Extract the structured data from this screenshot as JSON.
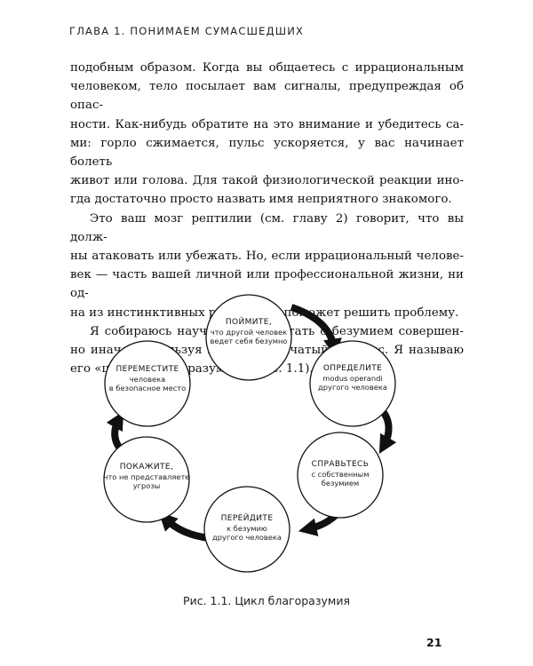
{
  "running_head": "ГЛАВА 1. ПОНИМАЕМ СУМАСШЕДШИХ",
  "paragraphs": [
    {
      "indent": false,
      "lines": [
        "подобным образом. Когда вы общаетесь с иррациональным",
        "человеком, тело посылает вам сигналы, предупреждая об опас-",
        "ности. Как-нибудь обратите на это внимание и убедитесь са-",
        "ми: горло сжимается, пульс ускоряется, у вас начинает болеть",
        "живот или голова. Для такой физиологической реакции ино-",
        "гда достаточно просто назвать имя неприятного знакомого."
      ]
    },
    {
      "indent": true,
      "lines": [
        "Это ваш мозг рептилии (см. главу 2) говорит, что вы долж-",
        "ны атаковать или убежать. Но, если иррациональный челове-",
        "век — часть вашей личной или профессиональной жизни, ни од-",
        "на из инстинктивных реакций не поможет решить проблему."
      ]
    },
    {
      "indent": true,
      "lines": [
        "Я собираюсь научить вас работать с безумием совершен-",
        "но иначе, используя шестиступенчатый процесс. Я называю",
        "его «циклом благоразумия» (рис. 1.1)."
      ]
    }
  ],
  "diagram": {
    "nodes": [
      {
        "title": "ПОЙМИТЕ,",
        "lines": [
          "что другой человек",
          "ведет себя безумно"
        ]
      },
      {
        "title": "ОПРЕДЕЛИТЕ",
        "lines": [
          "modus operandi",
          "другого человека"
        ]
      },
      {
        "title": "СПРАВЬТЕСЬ",
        "lines": [
          "с собственным",
          "безумием"
        ]
      },
      {
        "title": "ПЕРЕЙДИТЕ",
        "lines": [
          "к безумию",
          "другого человека"
        ]
      },
      {
        "title": "ПОКАЖИТЕ,",
        "lines": [
          "что не представляете",
          "угрозы"
        ]
      },
      {
        "title": "ПЕРЕМЕСТИТЕ",
        "lines": [
          "человека",
          "в безопасное место"
        ]
      }
    ]
  },
  "caption": "Рис. 1.1. Цикл благоразумия",
  "page_number": "21"
}
